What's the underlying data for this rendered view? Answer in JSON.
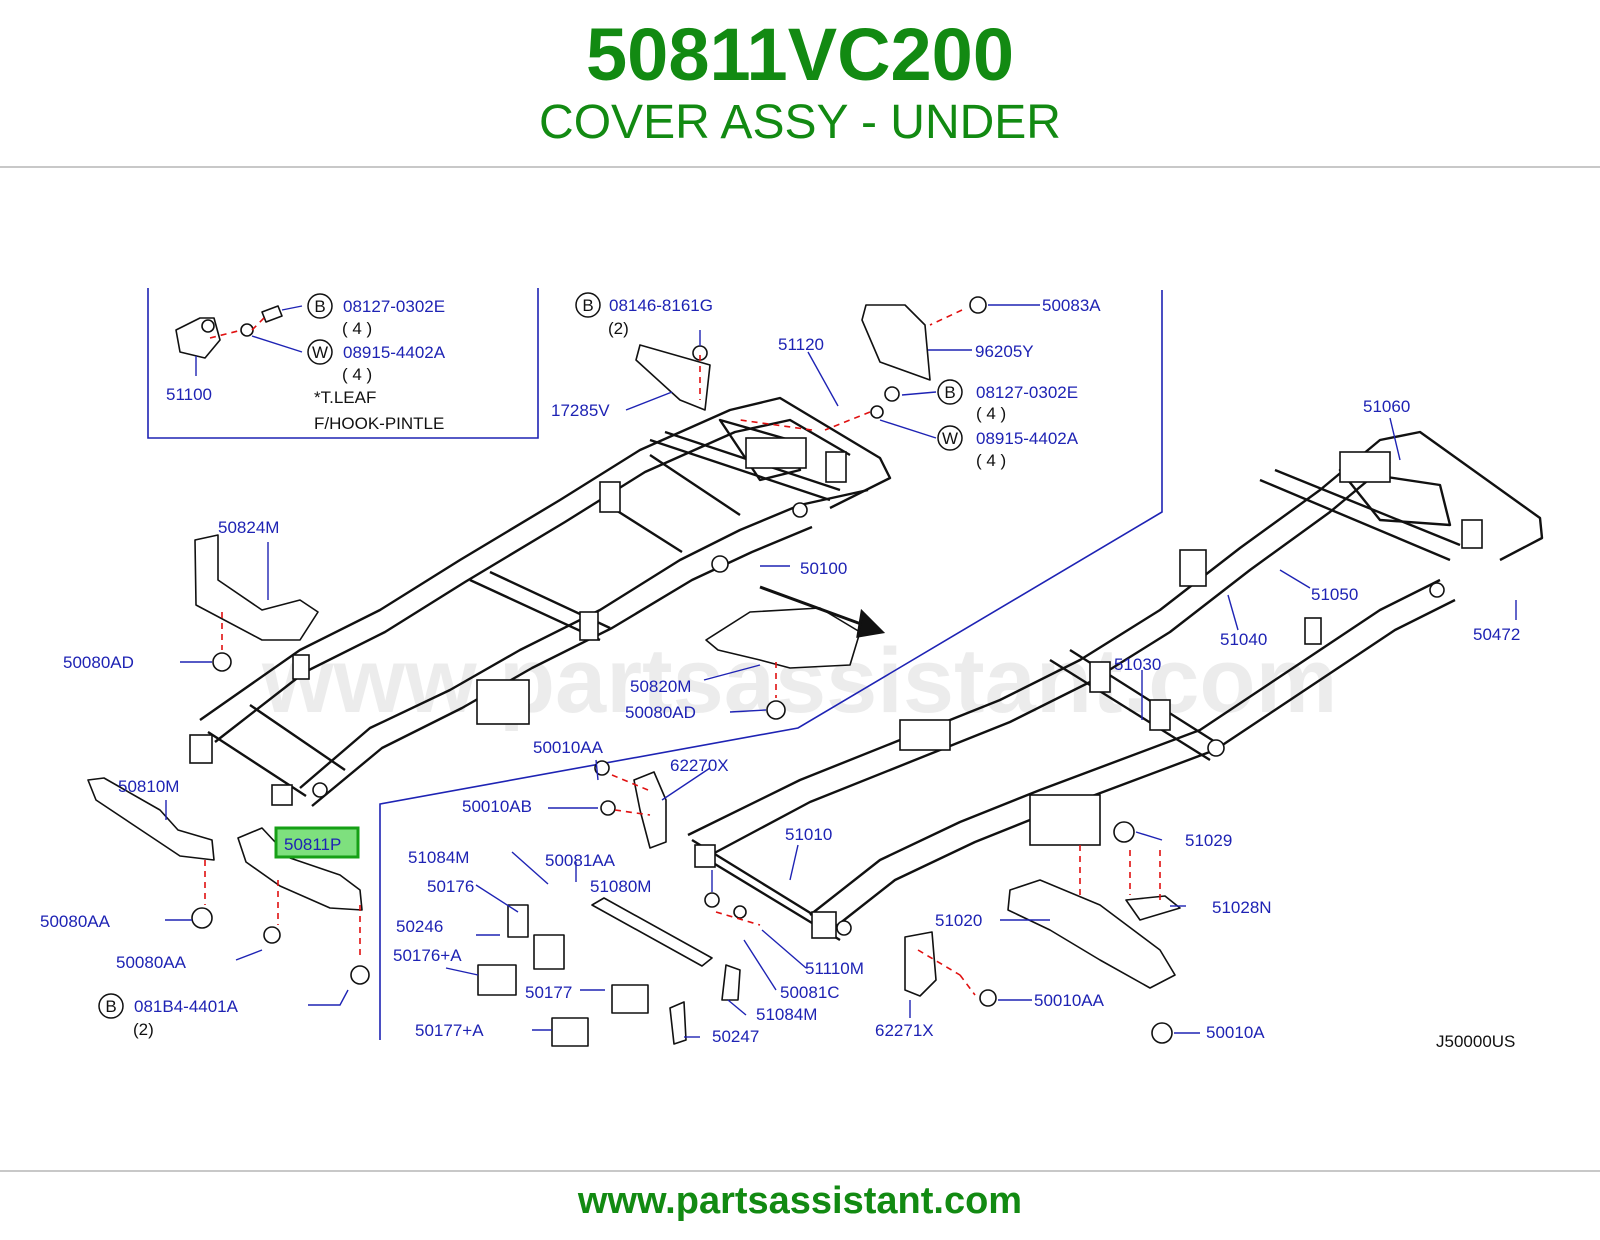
{
  "header": {
    "part_number": "50811VC200",
    "part_name": "COVER ASSY - UNDER"
  },
  "footer": {
    "url": "www.partsassistant.com"
  },
  "diagram": {
    "watermark": "www.partsassistant.com",
    "diagram_code": "J50000US",
    "highlighted_part": "50811P",
    "inset_notes": [
      "*T.LEAF",
      "F/HOOK-PINTLE"
    ],
    "circle_markers": [
      "B",
      "W",
      "B",
      "B",
      "W",
      "B"
    ],
    "quantities": [
      "( 4 )",
      "( 4 )",
      "(2)",
      "( 4 )",
      "( 4 )",
      "(2)"
    ],
    "labels": [
      "08127-0302E",
      "08915-4402A",
      "51100",
      "08146-8161G",
      "17285V",
      "51120",
      "50083A",
      "96205Y",
      "08127-0302E",
      "08915-4402A",
      "51060",
      "50824M",
      "50100",
      "51050",
      "50472",
      "51040",
      "50080AD",
      "50820M",
      "50080AD",
      "51030",
      "50010AA",
      "62270X",
      "50810M",
      "50010AB",
      "51010",
      "51029",
      "51084M",
      "50081AA",
      "50176",
      "51080M",
      "51028N",
      "50080AA",
      "50246",
      "51020",
      "50080AA",
      "50176+A",
      "51110M",
      "50177",
      "50081C",
      "50010AA",
      "081B4-4401A",
      "51084M",
      "62271X",
      "50177+A",
      "50247",
      "50010A"
    ]
  },
  "colors": {
    "brand_green": "#128a12",
    "label_blue": "#1e23b4",
    "leader_line": "#1e23b4",
    "dash_red": "#e01010",
    "highlight_fill": "#7ee07e",
    "highlight_border": "#16a016"
  }
}
